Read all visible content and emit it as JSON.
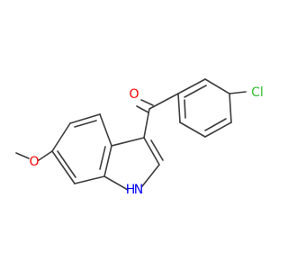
{
  "molecule": {
    "atom_labels": {
      "oxygen_carbonyl": "O",
      "chlorine": "Cl",
      "oxygen_methoxy": "O",
      "nitrogen_h": "H",
      "nitrogen_n": "N"
    },
    "colors": {
      "oxygen": "#ff0000",
      "chlorine": "#2fbf2f",
      "nitrogen": "#0000ff",
      "bond": "#3c3c3c",
      "background": "#ffffff"
    }
  }
}
